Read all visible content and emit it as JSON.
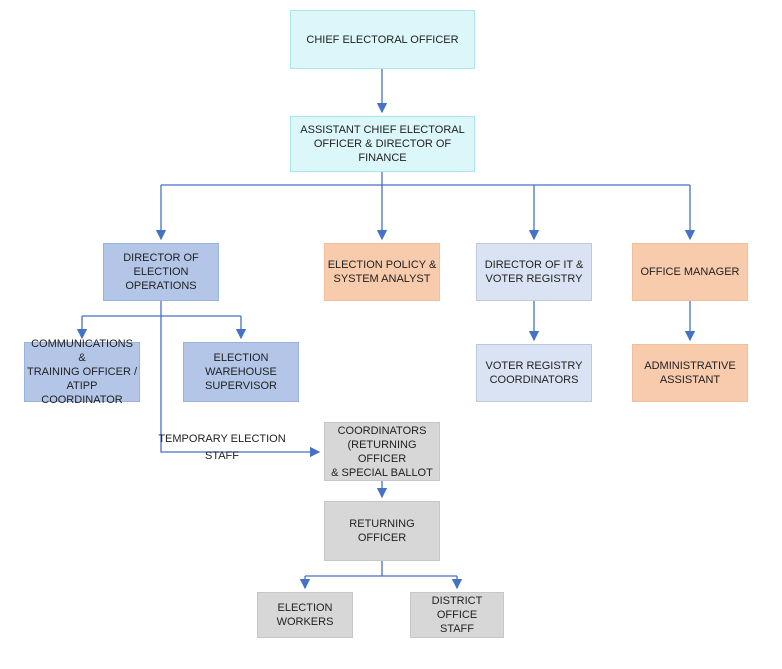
{
  "diagram": {
    "type": "org-chart",
    "nodes": [
      {
        "id": "chief-electoral-officer",
        "label": "CHIEF ELECTORAL OFFICER",
        "color": "cyan"
      },
      {
        "id": "assistant-chief-electoral-officer",
        "label": "ASSISTANT CHIEF ELECTORAL\nOFFICER & DIRECTOR OF FINANCE",
        "color": "cyan"
      },
      {
        "id": "director-election-operations",
        "label": "DIRECTOR OF\nELECTION\nOPERATIONS",
        "color": "periwinkle"
      },
      {
        "id": "election-policy-system-analyst",
        "label": "ELECTION POLICY &\nSYSTEM ANALYST",
        "color": "peach"
      },
      {
        "id": "director-it-voter-registry",
        "label": "DIRECTOR OF IT &\nVOTER REGISTRY",
        "color": "lavender"
      },
      {
        "id": "office-manager",
        "label": "OFFICE MANAGER",
        "color": "peach"
      },
      {
        "id": "communications-training-officer-atipp-coordinator",
        "label": "COMMUNICATIONS &\nTRAINING OFFICER /\nATIPP COORDINATOR",
        "color": "periwinkle"
      },
      {
        "id": "election-warehouse-supervisor",
        "label": "ELECTION\nWAREHOUSE\nSUPERVISOR",
        "color": "periwinkle"
      },
      {
        "id": "voter-registry-coordinators",
        "label": "VOTER REGISTRY\nCOORDINATORS",
        "color": "lavender"
      },
      {
        "id": "administrative-assistant",
        "label": "ADMINISTRATIVE\nASSISTANT",
        "color": "peach"
      },
      {
        "id": "coordinators-returning-officer-special-ballot",
        "label": "COORDINATORS\n(RETURNING OFFICER\n& SPECIAL BALLOT",
        "color": "gray"
      },
      {
        "id": "returning-officer",
        "label": "RETURNING OFFICER",
        "color": "gray"
      },
      {
        "id": "election-workers",
        "label": "ELECTION\nWORKERS",
        "color": "gray"
      },
      {
        "id": "district-office-staff",
        "label": "DISTRICT OFFICE\nSTAFF",
        "color": "gray"
      }
    ],
    "floating_label": "TEMPORARY ELECTION\nSTAFF",
    "edges": [
      {
        "from": "chief-electoral-officer",
        "to": "assistant-chief-electoral-officer"
      },
      {
        "from": "assistant-chief-electoral-officer",
        "to": "director-election-operations"
      },
      {
        "from": "assistant-chief-electoral-officer",
        "to": "election-policy-system-analyst"
      },
      {
        "from": "assistant-chief-electoral-officer",
        "to": "director-it-voter-registry"
      },
      {
        "from": "assistant-chief-electoral-officer",
        "to": "office-manager"
      },
      {
        "from": "director-election-operations",
        "to": "communications-training-officer-atipp-coordinator"
      },
      {
        "from": "director-election-operations",
        "to": "election-warehouse-supervisor"
      },
      {
        "from": "director-election-operations",
        "to": "coordinators-returning-officer-special-ballot",
        "via_label": "TEMPORARY ELECTION STAFF"
      },
      {
        "from": "director-it-voter-registry",
        "to": "voter-registry-coordinators"
      },
      {
        "from": "office-manager",
        "to": "administrative-assistant"
      },
      {
        "from": "coordinators-returning-officer-special-ballot",
        "to": "returning-officer"
      },
      {
        "from": "returning-officer",
        "to": "election-workers"
      },
      {
        "from": "returning-officer",
        "to": "district-office-staff"
      }
    ]
  },
  "colors": {
    "connector": "#4472C4",
    "cyan_fill": "#DBF7FA",
    "cyan_border": "#AEE4ED",
    "periwinkle_fill": "#B4C6E7",
    "periwinkle_border": "#9AB3DC",
    "peach_fill": "#F8CBAD",
    "peach_border": "#F2BF9E",
    "lavender_fill": "#DAE3F3",
    "lavender_border": "#BDC8DA",
    "gray_fill": "#D7D7D7",
    "gray_border": "#C7C7C7",
    "text": "#1F1F1F",
    "background": "#FFFFFF"
  }
}
